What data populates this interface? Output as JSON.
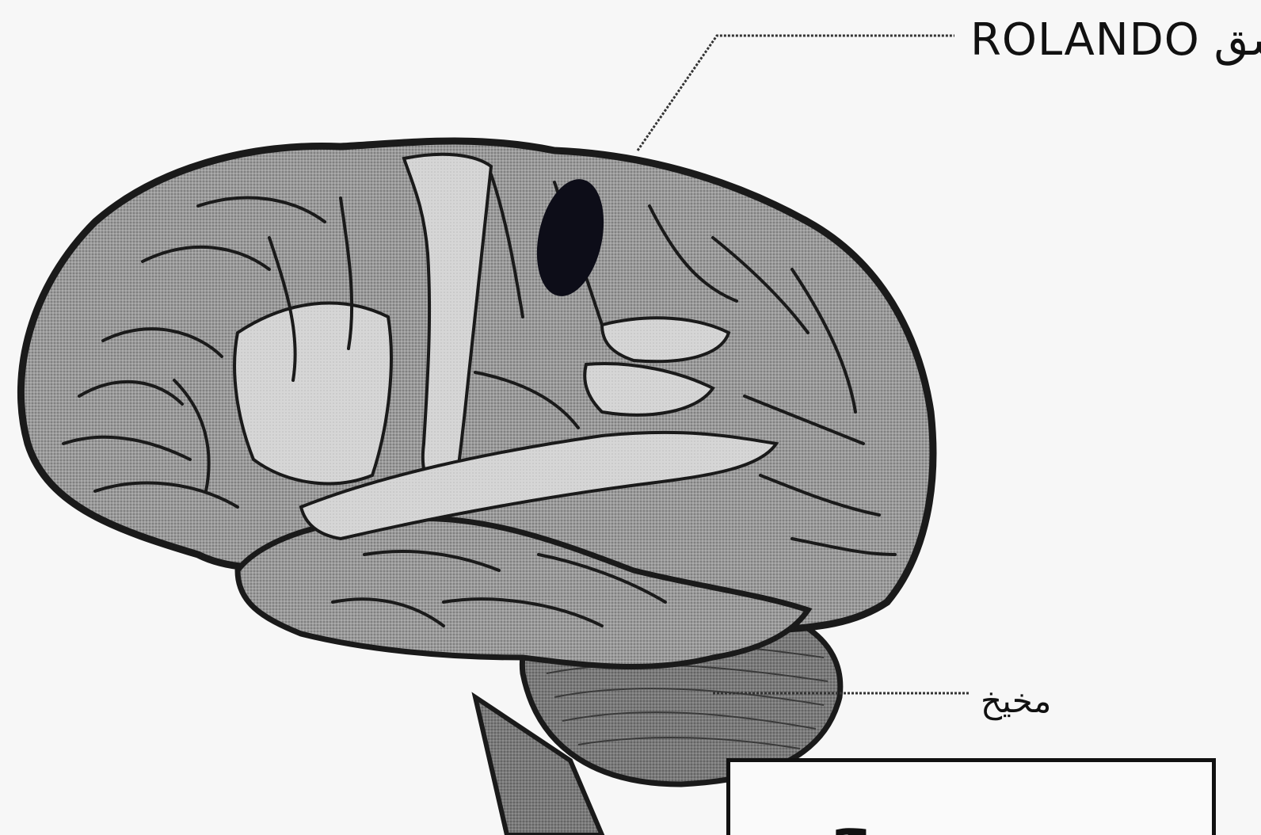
{
  "labels": {
    "rolando_fissure": "شق ROLANDO",
    "cerebellum": "مخيخ",
    "caption": "ح"
  },
  "colors": {
    "outline": "#1a1a1a",
    "hemisphere": "#9a9a9a",
    "light_gyrus": "#d8d8d8",
    "dark_spot": "#0d0d18",
    "cerebellum": "#7d7d7d",
    "brainstem": "#8a8a8a",
    "background": "#f7f7f7"
  }
}
